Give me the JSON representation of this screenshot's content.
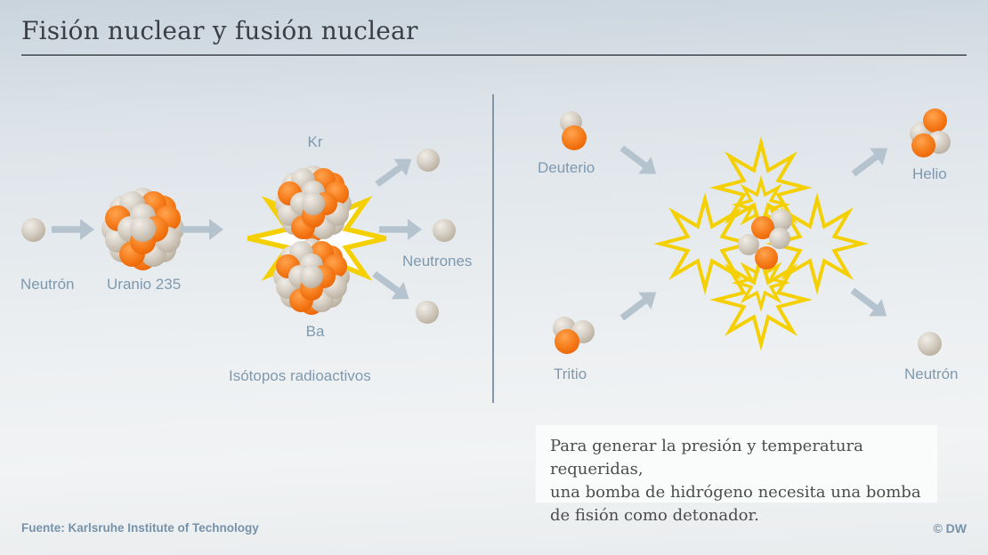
{
  "title": "Fisión nuclear y fusión nuclear",
  "fission": {
    "neutron_label": "Neutrón",
    "uranium_label": "Uranio 235",
    "krypton_label": "Kr",
    "barium_label": "Ba",
    "neutrons_label": "Neutrones",
    "isotopes_label": "Isótopos radioactivos"
  },
  "fusion": {
    "deuterium_label": "Deuterio",
    "tritium_label": "Tritio",
    "helium_label": "Helio",
    "neutron_label": "Neutrón",
    "note_lines": [
      "Para generar la presión y temperatura requeridas,",
      "una bomba de hidrógeno necesita una bomba",
      "de fisión como detonador."
    ]
  },
  "footer": {
    "source": "Fuente: Karlsruhe Institute of Technology",
    "credit": "© DW"
  },
  "colors": {
    "proton_orange": "#f37c1b",
    "neutron_gray": "#cfc8bc",
    "explosion_yellow": "#f5d000",
    "arrow_gray_blue": "#b5c3cf",
    "label_blue": "#7e99af",
    "title_dark": "#3a3f45"
  }
}
